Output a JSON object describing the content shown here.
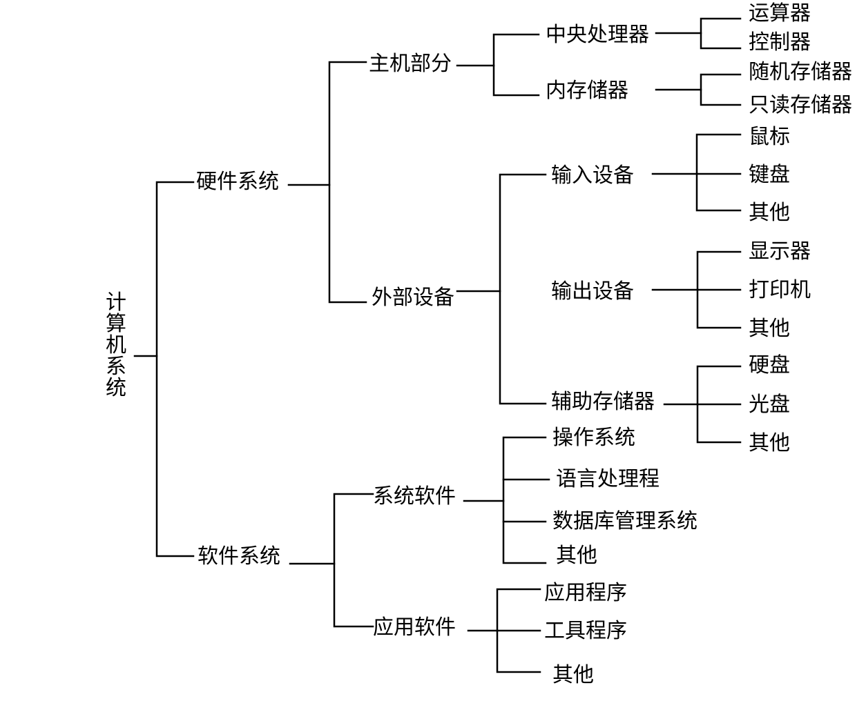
{
  "root": "计算机系统",
  "hardware": {
    "label": "硬件系统",
    "host": {
      "label": "主机部分",
      "cpu": {
        "label": "中央处理器",
        "children": [
          "运算器",
          "控制器"
        ]
      },
      "memory": {
        "label": "内存储器",
        "children": [
          "随机存储器",
          "只读存储器"
        ]
      }
    },
    "peripherals": {
      "label": "外部设备",
      "input": {
        "label": "输入设备",
        "children": [
          "鼠标",
          "键盘",
          "其他"
        ]
      },
      "output": {
        "label": "输出设备",
        "children": [
          "显示器",
          "打印机",
          "其他"
        ]
      },
      "storage": {
        "label": "辅助存储器",
        "children": [
          "硬盘",
          "光盘",
          "其他"
        ]
      }
    }
  },
  "software": {
    "label": "软件系统",
    "system": {
      "label": "系统软件",
      "children": [
        "操作系统",
        "语言处理程",
        "数据库管理系统",
        "其他"
      ]
    },
    "application": {
      "label": "应用软件",
      "children": [
        "应用程序",
        "工具程序",
        "其他"
      ]
    }
  }
}
